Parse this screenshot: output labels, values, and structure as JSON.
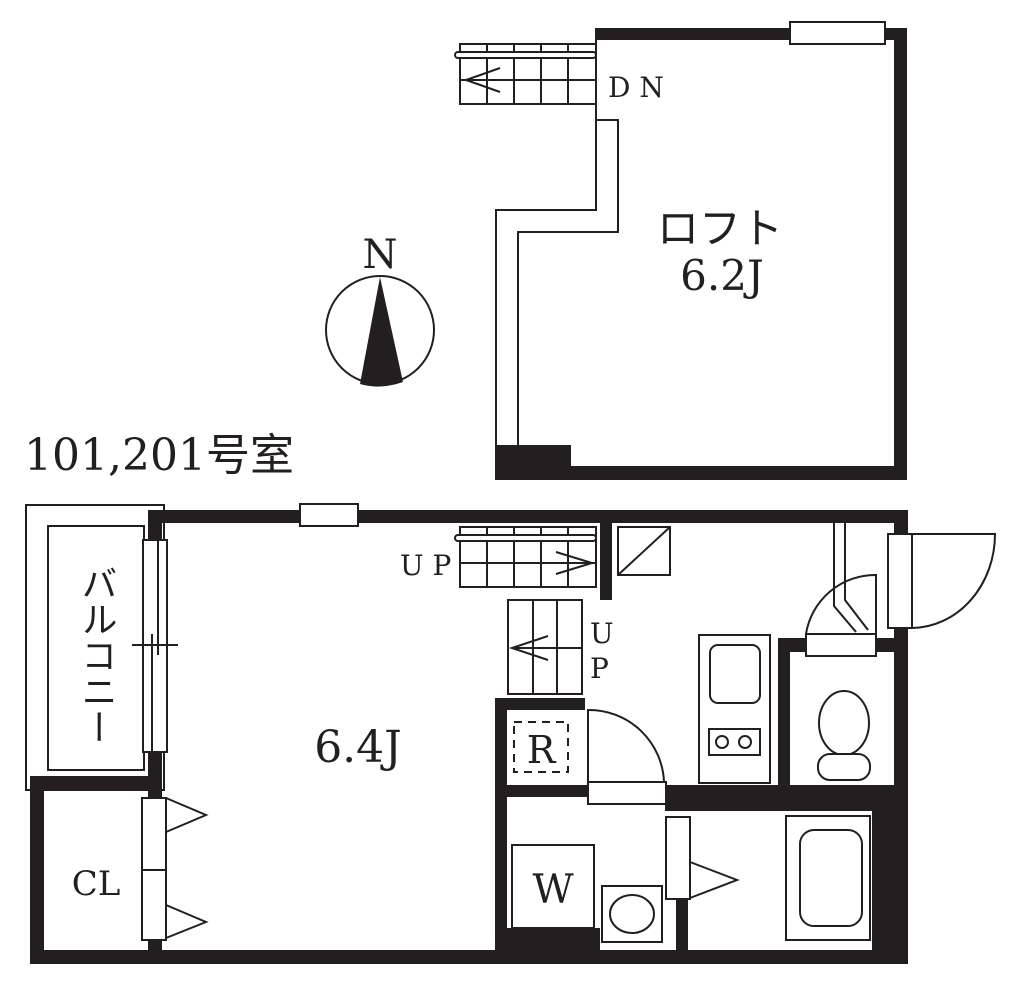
{
  "unit_label": "101,201号室",
  "compass": {
    "label": "N",
    "icon": "north-arrow-icon"
  },
  "loft": {
    "name": "ロフト",
    "size": "6.2J",
    "stair_label": "D N"
  },
  "main_floor": {
    "room_size": "6.4J",
    "balcony": "バルコニー",
    "closet": "CL",
    "stair_label_upper": "U P",
    "stair_label_lower": "U P",
    "refrigerator": "R",
    "washer": "W"
  },
  "colors": {
    "wall": "#231f20",
    "background": "#ffffff"
  }
}
